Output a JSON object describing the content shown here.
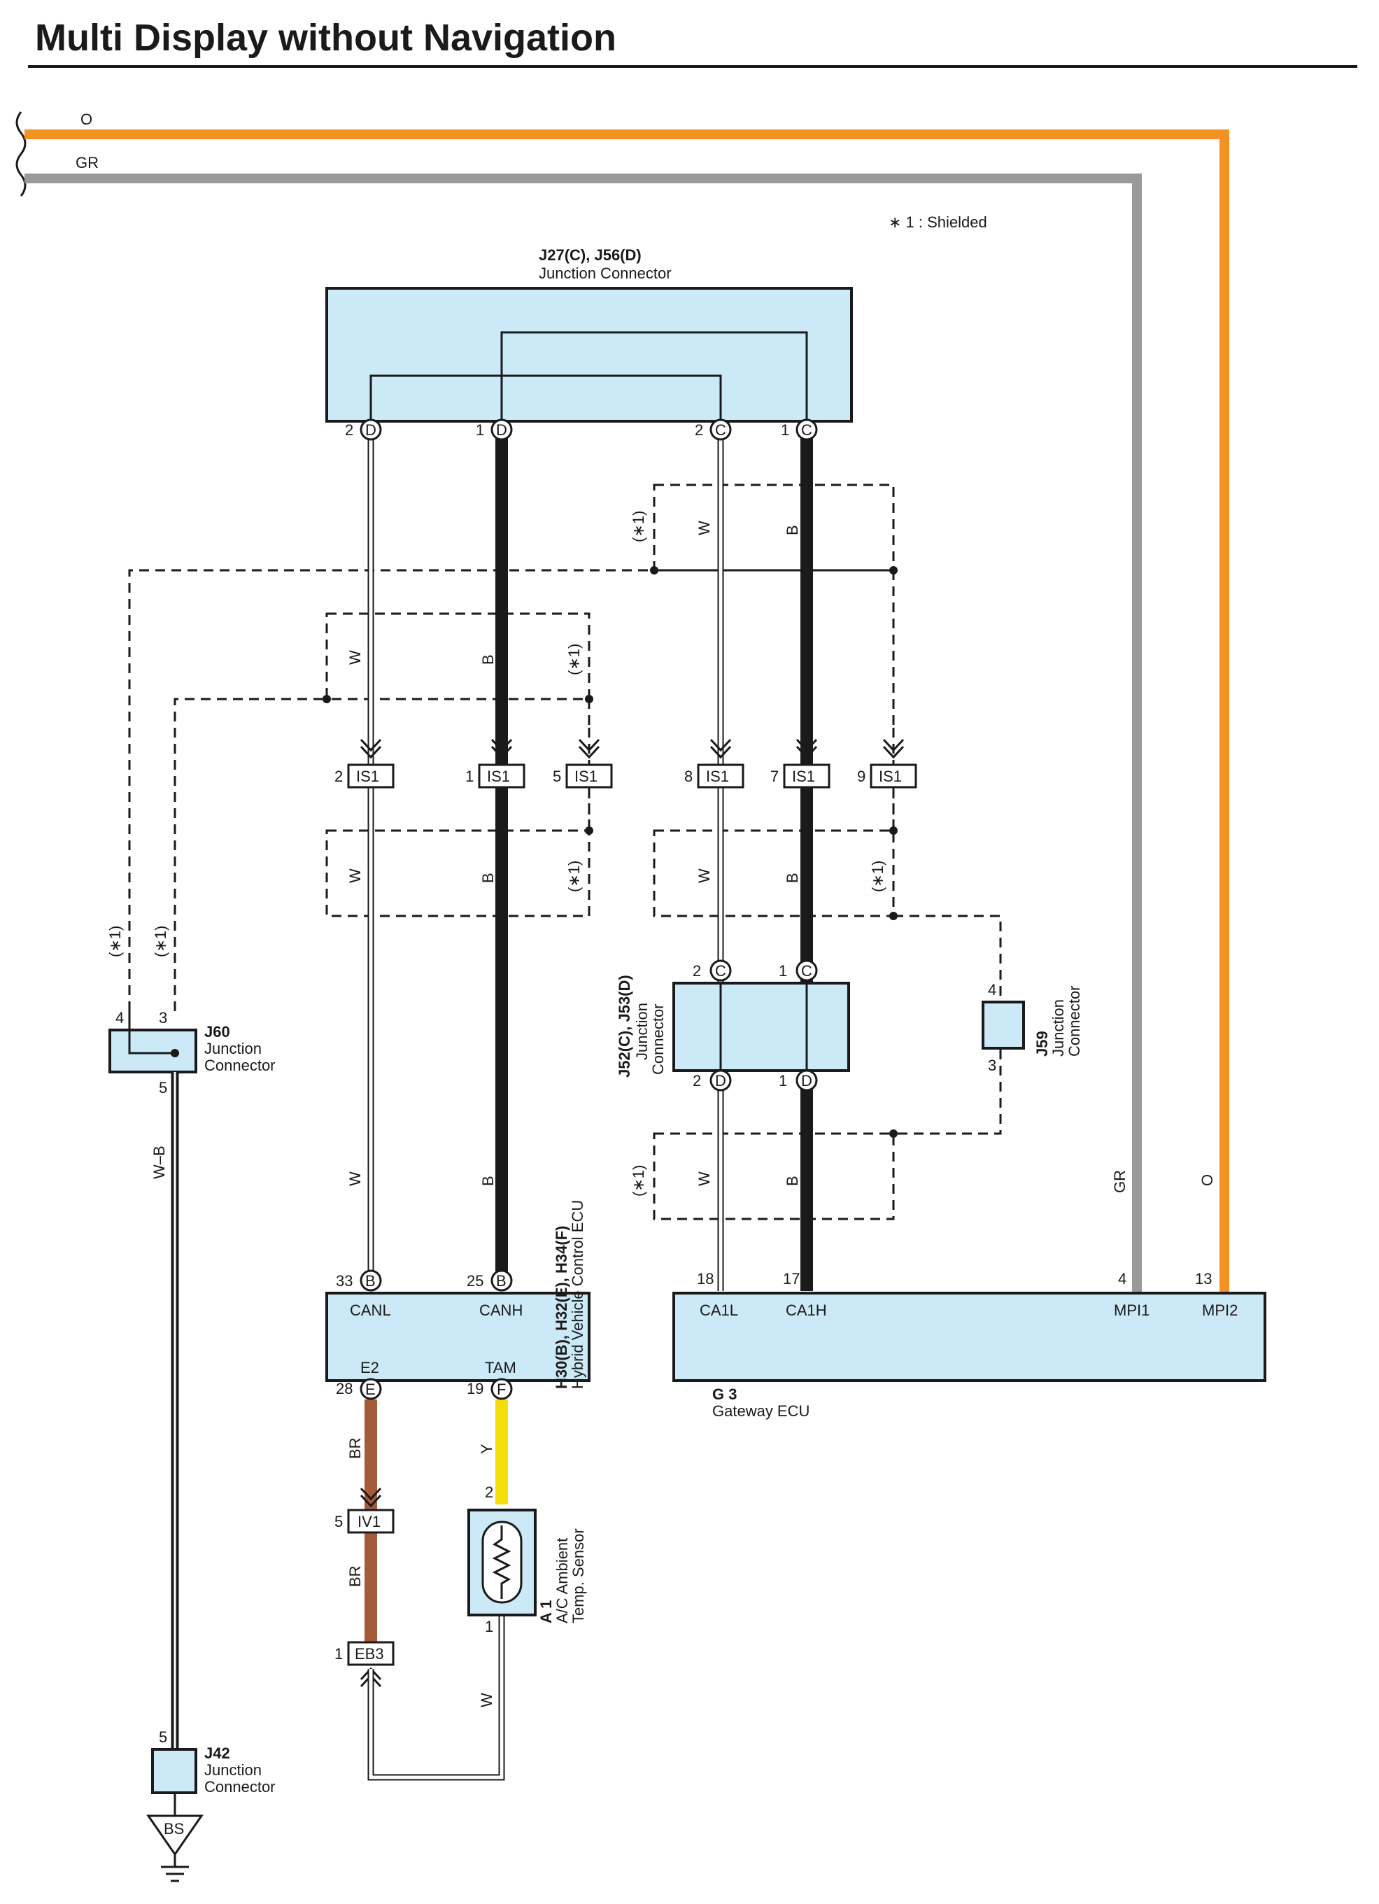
{
  "title": "Multi Display without Navigation",
  "note": "∗ 1 : Shielded",
  "colors": {
    "orange": "#f29222",
    "gray": "#9a9a9a",
    "black": "#1a1a1a",
    "brown": "#a55a3a",
    "yellow": "#f5dd0a",
    "box_fill": "#cce9f8"
  },
  "top_wires": {
    "o": "O",
    "gr": "GR"
  },
  "components": {
    "j27": {
      "code": "J27(C), J56(D)",
      "name": "Junction Connector"
    },
    "j52": {
      "code": "J52(C), J53(D)",
      "name1": "Junction",
      "name2": "Connector"
    },
    "j59": {
      "code": "J59",
      "name1": "Junction",
      "name2": "Connector"
    },
    "j60": {
      "code": "J60",
      "name1": "Junction",
      "name2": "Connector"
    },
    "j42": {
      "code": "J42",
      "name1": "Junction",
      "name2": "Connector"
    },
    "hv": {
      "code": "H30(B), H32(E), H34(F)",
      "name": "Hybrid Vehicle Control ECU"
    },
    "g3": {
      "code": "G 3",
      "name": "Gateway ECU"
    },
    "a1": {
      "code": "A 1",
      "name1": "A/C Ambient",
      "name2": "Temp. Sensor"
    },
    "ground": "BS"
  },
  "terminals": {
    "j27_d2": {
      "pin": "2",
      "letter": "D"
    },
    "j27_d1": {
      "pin": "1",
      "letter": "D"
    },
    "j27_c2": {
      "pin": "2",
      "letter": "C"
    },
    "j27_c1": {
      "pin": "1",
      "letter": "C"
    },
    "j52_c2": {
      "pin": "2",
      "letter": "C"
    },
    "j52_c1": {
      "pin": "1",
      "letter": "C"
    },
    "j52_d2": {
      "pin": "2",
      "letter": "D"
    },
    "j52_d1": {
      "pin": "1",
      "letter": "D"
    },
    "hv_33": {
      "pin": "33",
      "letter": "B"
    },
    "hv_25": {
      "pin": "25",
      "letter": "B"
    },
    "hv_28": {
      "pin": "28",
      "letter": "E"
    },
    "hv_19": {
      "pin": "19",
      "letter": "F"
    }
  },
  "inline": {
    "is1_2": {
      "pin": "2",
      "name": "IS1"
    },
    "is1_1": {
      "pin": "1",
      "name": "IS1"
    },
    "is1_5": {
      "pin": "5",
      "name": "IS1"
    },
    "is1_8": {
      "pin": "8",
      "name": "IS1"
    },
    "is1_7": {
      "pin": "7",
      "name": "IS1"
    },
    "is1_9": {
      "pin": "9",
      "name": "IS1"
    },
    "iv1_5": {
      "pin": "5",
      "name": "IV1"
    },
    "eb3_1": {
      "pin": "1",
      "name": "EB3"
    }
  },
  "pins": {
    "j60_4": "4",
    "j60_3": "3",
    "j60_5": "5",
    "j59_4": "4",
    "j59_3": "3",
    "j42_5": "5",
    "g3_18": "18",
    "g3_17": "17",
    "g3_4": "4",
    "g3_13": "13",
    "a1_2": "2",
    "a1_1": "1"
  },
  "signals": {
    "canl": "CANL",
    "canh": "CANH",
    "e2": "E2",
    "tam": "TAM",
    "ca1l": "CA1L",
    "ca1h": "CA1H",
    "mpi1": "MPI1",
    "mpi2": "MPI2"
  },
  "wire_colors": {
    "w": "W",
    "b": "B",
    "wb": "W–B",
    "br": "BR",
    "y": "Y",
    "gr": "GR",
    "o": "O"
  },
  "shield_mark": "(∗1)"
}
